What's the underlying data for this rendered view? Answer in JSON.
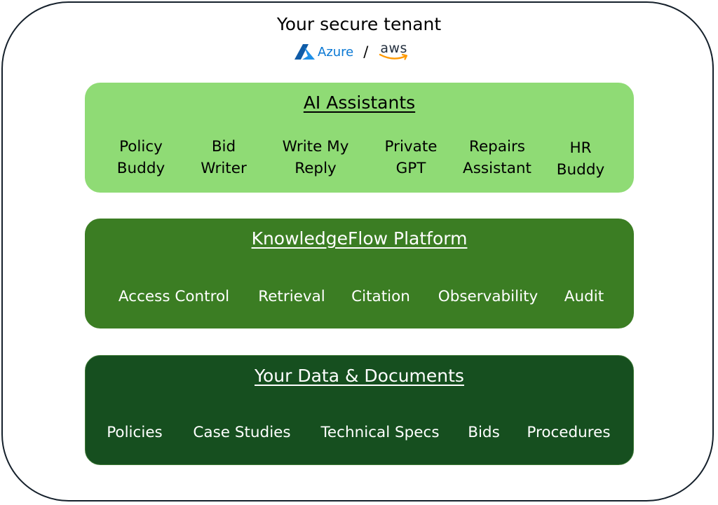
{
  "tenant": {
    "title": "Your secure tenant",
    "providers": {
      "azure_label": "Azure",
      "separator": "/",
      "aws_label": "aws"
    }
  },
  "layers": {
    "assistants": {
      "title": "AI Assistants",
      "items": [
        "Policy\nBuddy",
        "Bid\nWriter",
        "Write My\nReply",
        "Private\nGPT",
        "Repairs\nAssistant",
        "HR\nBuddy"
      ]
    },
    "platform": {
      "title": "KnowledgeFlow Platform",
      "items": [
        "Access Control",
        "Retrieval",
        "Citation",
        "Observability",
        "Audit"
      ]
    },
    "data": {
      "title": "Your Data & Documents",
      "items": [
        "Policies",
        "Case Studies",
        "Technical Specs",
        "Bids",
        "Procedures"
      ]
    }
  },
  "colors": {
    "assistants_fill": "#8fdb75",
    "platform_fill": "#3b7d23",
    "data_fill": "#164f1f",
    "tenant_border": "#15202b",
    "azure_blue": "#0a78d4",
    "aws_orange": "#ff9900"
  },
  "icons": [
    "azure-logo-icon",
    "aws-logo-icon"
  ]
}
